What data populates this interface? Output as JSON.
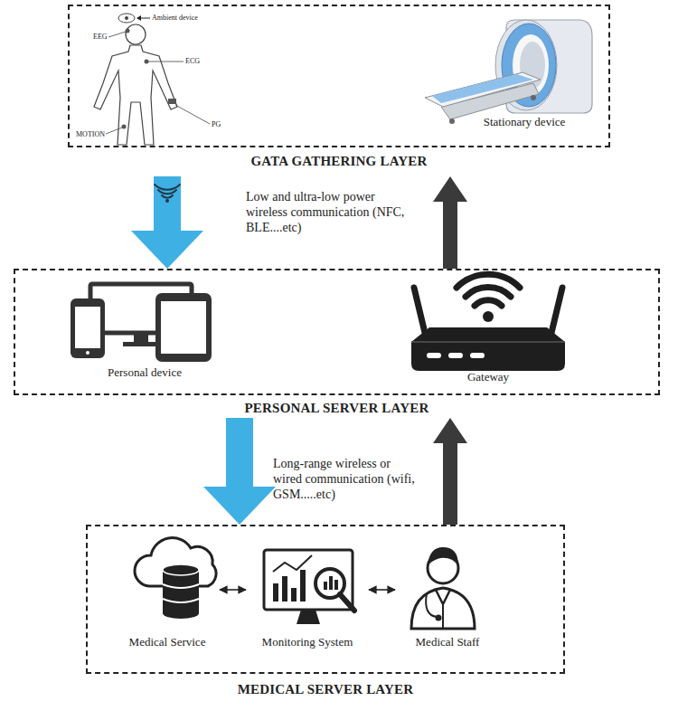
{
  "diagram": {
    "nodes": [
      {
        "text": [
          "GATA GATHERING LAYER"
        ]
      },
      {
        "text": [
          "Stationary device"
        ],
        "in": 0
      },
      {
        "text": [
          "PERSONAL SERVER LAYER"
        ]
      },
      {
        "text": [
          "Personal device"
        ],
        "in": 2
      },
      {
        "text": [
          "Gateway"
        ],
        "in": 2
      },
      {
        "text": [
          "MEDICAL SERVER LAYER"
        ]
      },
      {
        "text": [
          "Medical Service"
        ],
        "in": 5
      },
      {
        "text": [
          "Monitoring System"
        ],
        "in": 5
      },
      {
        "text": [
          "Medical Staff"
        ],
        "in": 5
      }
    ],
    "edges": [
      {
        "from": 0,
        "to": 2,
        "arrow": "to",
        "label": "Low and ultra-low power wireless communication (NFC, BLE....etc)"
      },
      {
        "from": 2,
        "to": 0,
        "arrow": "to"
      },
      {
        "from": 2,
        "to": 5,
        "arrow": "to",
        "label": "Long-range wireless or wired communication (wifi, GSM.....etc)"
      },
      {
        "from": 5,
        "to": 2,
        "arrow": "to"
      },
      {
        "from": 6,
        "to": 7,
        "arrow": "both"
      },
      {
        "from": 7,
        "to": 8,
        "arrow": "both"
      }
    ],
    "labels": [
      "Ambient device",
      "EEG",
      "ECG",
      "MOTION",
      "PG"
    ]
  }
}
